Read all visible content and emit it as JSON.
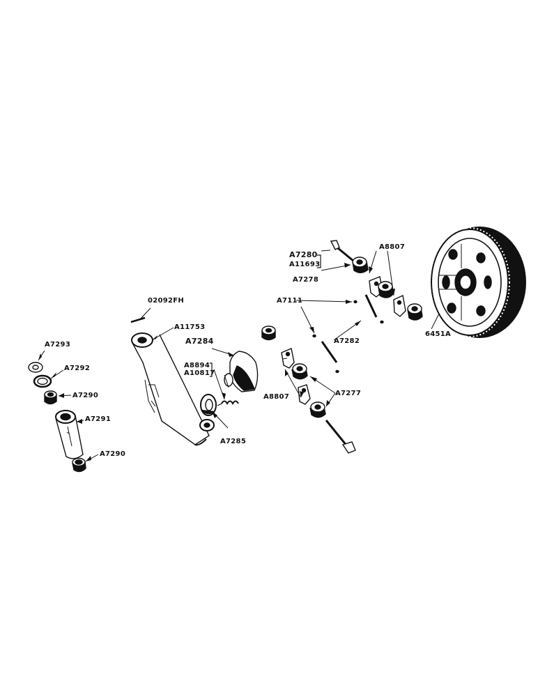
{
  "labels": {
    "p02092FH": "02092FH",
    "pA11753": "A11753",
    "pA7293": "A7293",
    "pA7292": "A7292",
    "pA7290a": "A7290",
    "pA7291": "A7291",
    "pA7290b": "A7290",
    "pA7284": "A7284",
    "pA8894": "A8894",
    "pA10817": "A10817",
    "pA7285": "A7285",
    "pA7280": "A7280",
    "pA11693": "A11693",
    "pA7278": "A7278",
    "pA8807top": "A8807",
    "pA7111": "A7111",
    "pA7282": "A7282",
    "pA8807bot": "A8807",
    "pA7277": "A7277",
    "p6451A": "6451A"
  },
  "colors": {
    "ink": "#111111",
    "paper": "#ffffff"
  }
}
